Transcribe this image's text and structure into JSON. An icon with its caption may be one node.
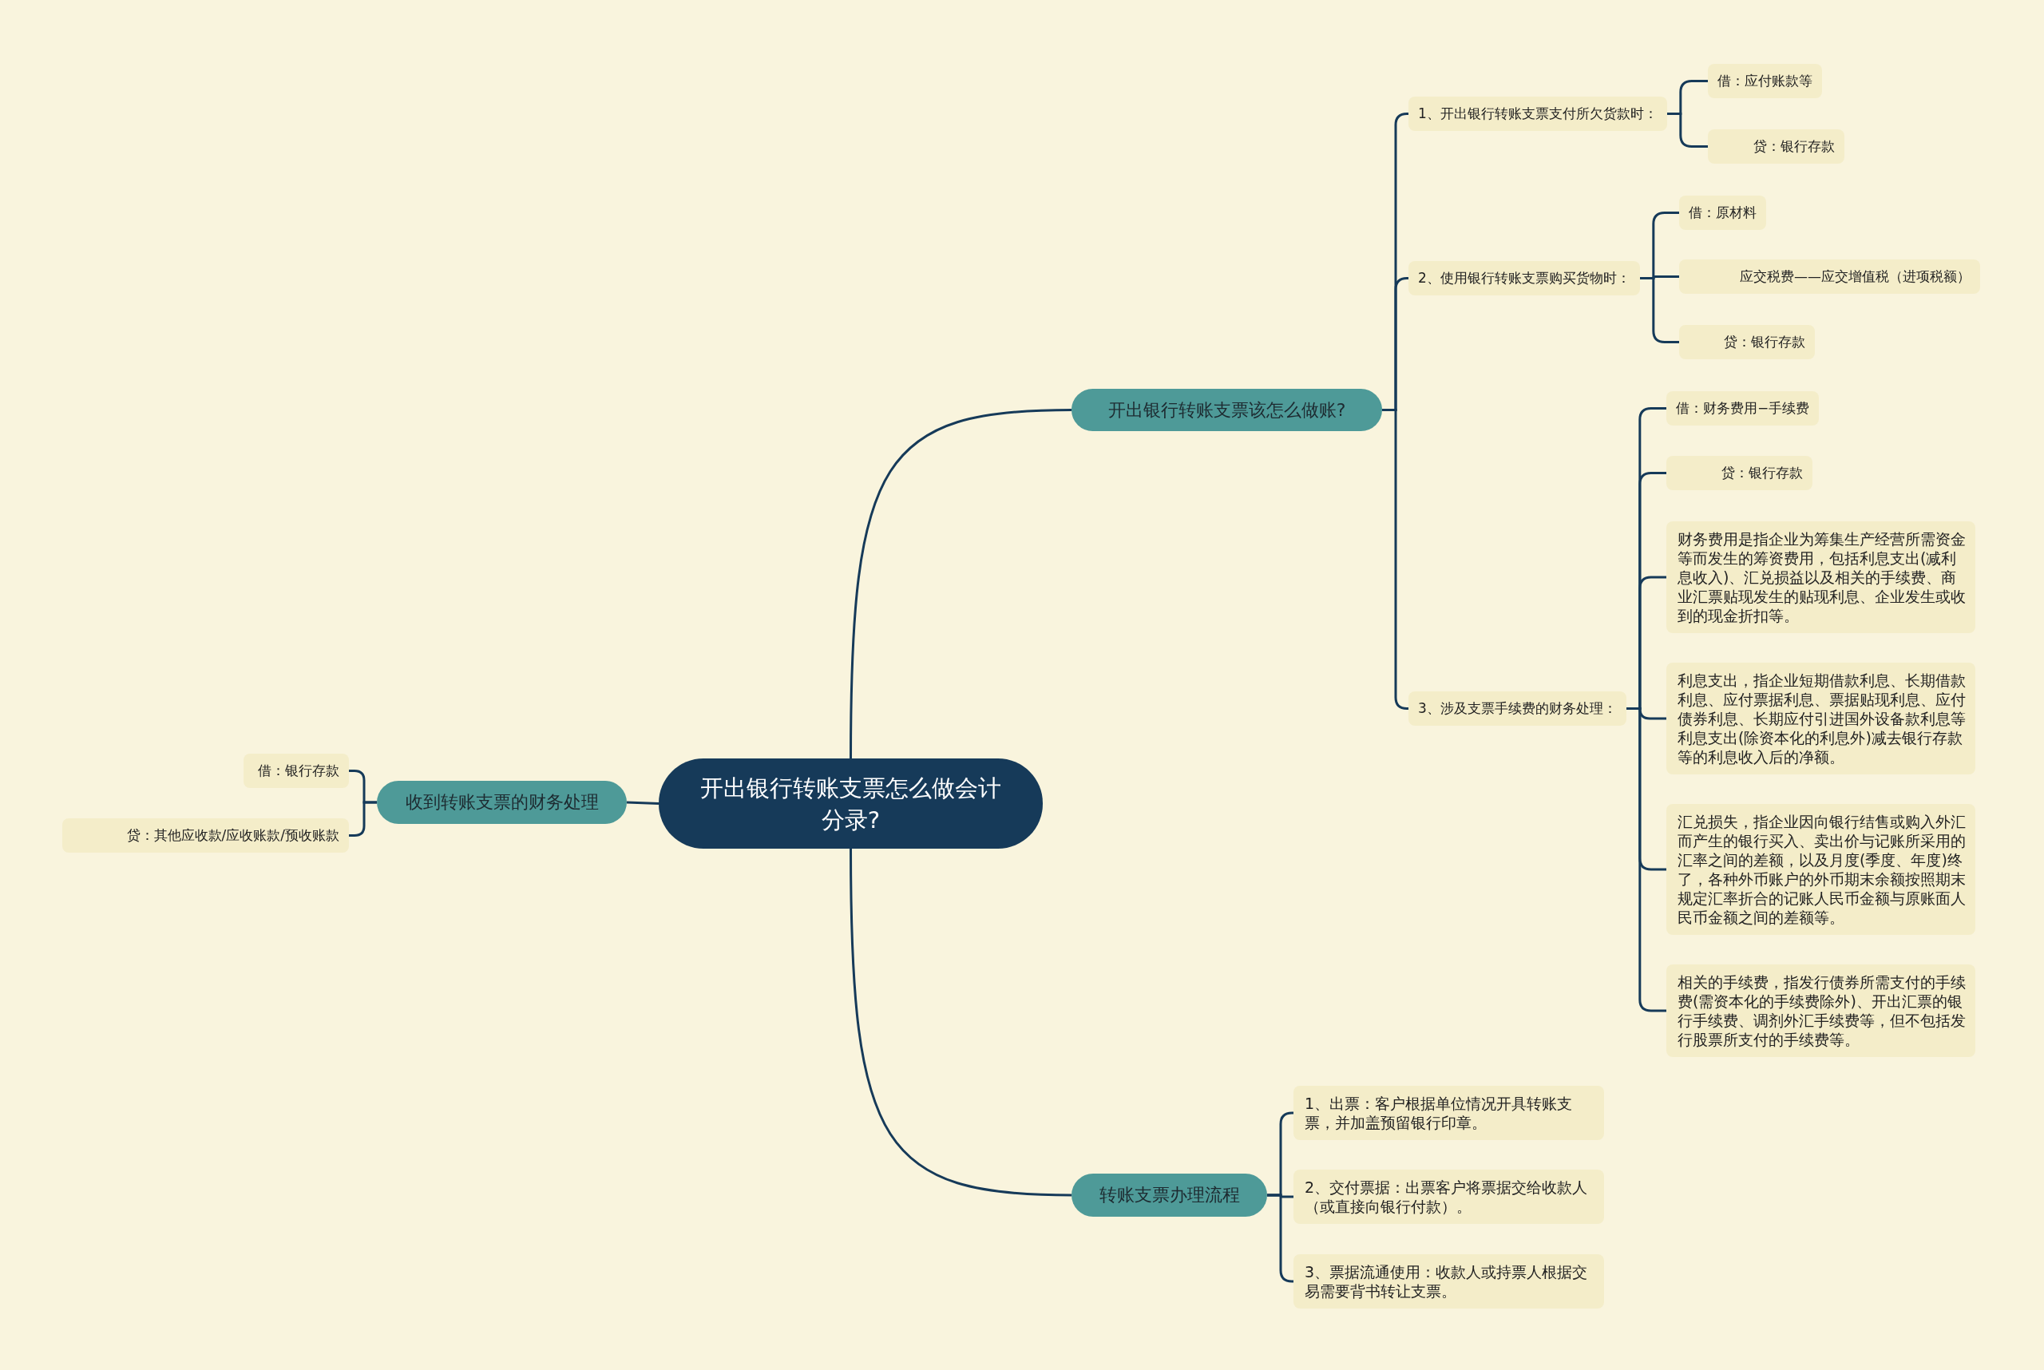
{
  "diagram": {
    "nodes": [
      {
        "text": [
          "开出银行转账支票怎么做会计分录?"
        ]
      },
      {
        "text": [
          "开出银行转账支票该怎么做账?"
        ]
      },
      {
        "text": [
          "1、开出银行转账支票支付所欠货款时："
        ]
      },
      {
        "text": [
          "借：应付账款等"
        ]
      },
      {
        "text": [
          "贷：银行存款"
        ]
      },
      {
        "text": [
          "2、使用银行转账支票购买货物时："
        ]
      },
      {
        "text": [
          "借：原材料"
        ]
      },
      {
        "text": [
          "应交税费——应交增值税（进项税额）"
        ]
      },
      {
        "text": [
          "贷：银行存款"
        ]
      },
      {
        "text": [
          "3、涉及支票手续费的财务处理："
        ]
      },
      {
        "text": [
          "借：财务费用−手续费"
        ]
      },
      {
        "text": [
          "贷：银行存款"
        ]
      },
      {
        "text": [
          "财务费用是指企业为筹集生产经营所需资金等而发生的筹资费用，包括利息支出(减利息收入)、汇兑损益以及相关的手续费、商业汇票贴现发生的贴现利息、企业发生或收到的现金折扣等。"
        ]
      },
      {
        "text": [
          "利息支出，指企业短期借款利息、长期借款利息、应付票据利息、票据贴现利息、应付债券利息、长期应付引进国外设备款利息等利息支出(除资本化的利息外)减去银行存款等的利息收入后的净额。"
        ]
      },
      {
        "text": [
          "汇兑损失，指企业因向银行结售或购入外汇而产生的银行买入、卖出价与记账所采用的汇率之间的差额，以及月度(季度、年度)终了，各种外币账户的外币期末余额按照期末规定汇率折合的记账人民币金额与原账面人民币金额之间的差额等。"
        ]
      },
      {
        "text": [
          "相关的手续费，指发行债券所需支付的手续费(需资本化的手续费除外)、开出汇票的银行手续费、调剂外汇手续费等，但不包括发行股票所支付的手续费等。"
        ]
      },
      {
        "text": [
          "转账支票办理流程"
        ]
      },
      {
        "text": [
          "1、出票：客户根据单位情况开具转账支票，并加盖预留银行印章。"
        ]
      },
      {
        "text": [
          "2、交付票据：出票客户将票据交给收款人（或直接向银行付款）。"
        ]
      },
      {
        "text": [
          "3、票据流通使用：收款人或持票人根据交易需要背书转让支票。"
        ]
      },
      {
        "text": [
          "收到转账支票的财务处理"
        ]
      },
      {
        "text": [
          "借：银行存款"
        ]
      },
      {
        "text": [
          "贷：其他应收款/应收账款/预收账款"
        ]
      }
    ],
    "edges": [
      {
        "from": 0,
        "to": 1,
        "arrow": "none"
      },
      {
        "from": 0,
        "to": 16,
        "arrow": "none"
      },
      {
        "from": 0,
        "to": 20,
        "arrow": "none"
      },
      {
        "from": 1,
        "to": 2,
        "arrow": "none"
      },
      {
        "from": 1,
        "to": 5,
        "arrow": "none"
      },
      {
        "from": 1,
        "to": 9,
        "arrow": "none"
      },
      {
        "from": 2,
        "to": 3,
        "arrow": "none"
      },
      {
        "from": 2,
        "to": 4,
        "arrow": "none"
      },
      {
        "from": 5,
        "to": 6,
        "arrow": "none"
      },
      {
        "from": 5,
        "to": 7,
        "arrow": "none"
      },
      {
        "from": 5,
        "to": 8,
        "arrow": "none"
      },
      {
        "from": 9,
        "to": 10,
        "arrow": "none"
      },
      {
        "from": 9,
        "to": 11,
        "arrow": "none"
      },
      {
        "from": 9,
        "to": 12,
        "arrow": "none"
      },
      {
        "from": 9,
        "to": 13,
        "arrow": "none"
      },
      {
        "from": 9,
        "to": 14,
        "arrow": "none"
      },
      {
        "from": 9,
        "to": 15,
        "arrow": "none"
      },
      {
        "from": 16,
        "to": 17,
        "arrow": "none"
      },
      {
        "from": 16,
        "to": 18,
        "arrow": "none"
      },
      {
        "from": 16,
        "to": 19,
        "arrow": "none"
      },
      {
        "from": 20,
        "to": 21,
        "arrow": "none"
      },
      {
        "from": 20,
        "to": 22,
        "arrow": "none"
      }
    ]
  }
}
